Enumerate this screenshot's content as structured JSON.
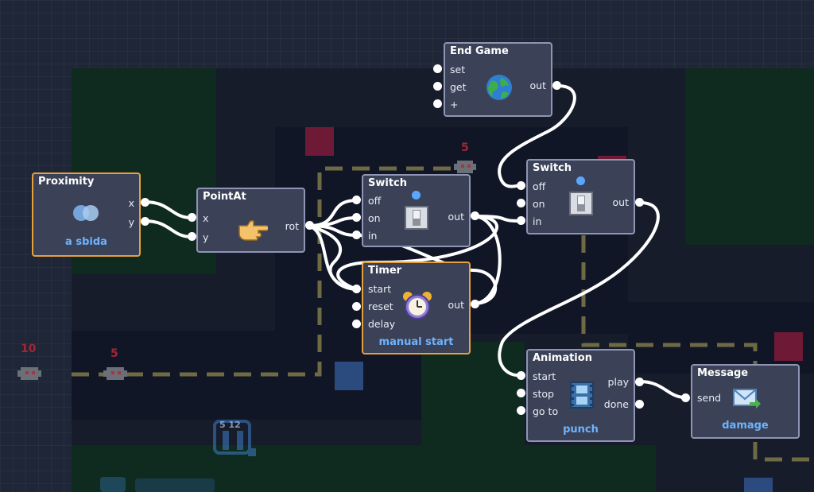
{
  "nodes": {
    "proximity": {
      "title": "Proximity",
      "outputs": [
        "x",
        "y"
      ],
      "value": "a sbida"
    },
    "pointat": {
      "title": "PointAt",
      "inputs": [
        "x",
        "y"
      ],
      "outputs": [
        "rot"
      ]
    },
    "switch1": {
      "title": "Switch",
      "inputs": [
        "off",
        "on",
        "in"
      ],
      "outputs": [
        "out"
      ]
    },
    "timer": {
      "title": "Timer",
      "inputs": [
        "start",
        "reset",
        "delay"
      ],
      "outputs": [
        "out"
      ],
      "value": "manual start"
    },
    "endgame": {
      "title": "End Game",
      "inputs": [
        "set",
        "get",
        "+"
      ],
      "outputs": [
        "out"
      ]
    },
    "switch2": {
      "title": "Switch",
      "inputs": [
        "off",
        "on",
        "in"
      ],
      "outputs": [
        "out"
      ]
    },
    "animation": {
      "title": "Animation",
      "inputs": [
        "start",
        "stop",
        "go to"
      ],
      "outputs": [
        "play",
        "done"
      ],
      "value": "punch"
    },
    "message": {
      "title": "Message",
      "inputs": [
        "send"
      ],
      "value": "damage"
    }
  },
  "world": {
    "enemy_labels": [
      "5",
      "10",
      "5"
    ],
    "level_counter": "5 12"
  },
  "colors": {
    "canvas": "#1f2637",
    "node_body": "#3b4257",
    "node_border": "#8f95b2",
    "selected_border": "#e6a03c",
    "value_text": "#6db3ff",
    "wire": "#ffffff",
    "path_dash": "#6e6a44",
    "damage_label": "#a32636",
    "room_green": "#0f2a1f"
  }
}
